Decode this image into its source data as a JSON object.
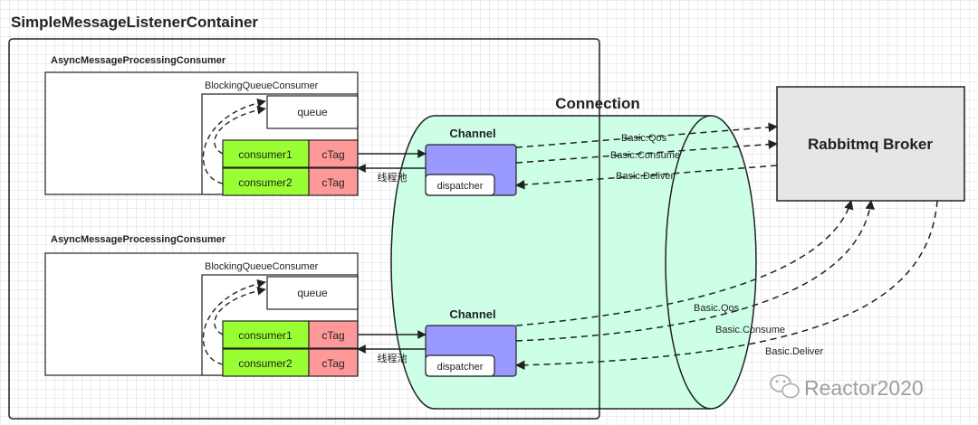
{
  "container": {
    "title": "SimpleMessageListenerContainer"
  },
  "consumers": [
    {
      "title": "AsyncMessageProcessingConsumer",
      "queue_consumer_label": "BlockingQueueConsumer",
      "queue_label": "queue",
      "consumer_a": "consumer1",
      "consumer_b": "consumer2",
      "tag_a": "cTag",
      "tag_b": "cTag",
      "thread_pool": "线程池"
    },
    {
      "title": "AsyncMessageProcessingConsumer",
      "queue_consumer_label": "BlockingQueueConsumer",
      "queue_label": "queue",
      "consumer_a": "consumer1",
      "consumer_b": "consumer2",
      "tag_a": "cTag",
      "tag_b": "cTag",
      "thread_pool": "线程池"
    }
  ],
  "connection": {
    "label": "Connection",
    "channels": [
      {
        "label": "Channel",
        "dispatcher": "dispatcher"
      },
      {
        "label": "Channel",
        "dispatcher": "dispatcher"
      }
    ]
  },
  "broker": {
    "label": "Rabbitmq Broker"
  },
  "flows_top": {
    "qos": "Basic.Qos",
    "consume": "Basic.Consume",
    "deliver": "Basic.Deliver"
  },
  "flows_bottom": {
    "qos": "Basic.Qos",
    "consume": "Basic.Consume",
    "deliver": "Basic.Deliver"
  },
  "watermark": {
    "text": "Reactor2020"
  },
  "colors": {
    "consumer": "#99ff33",
    "ctag": "#ff9999",
    "channel_block": "#9999ff",
    "connection": "#ccffe6",
    "broker": "#e6e6e6"
  }
}
